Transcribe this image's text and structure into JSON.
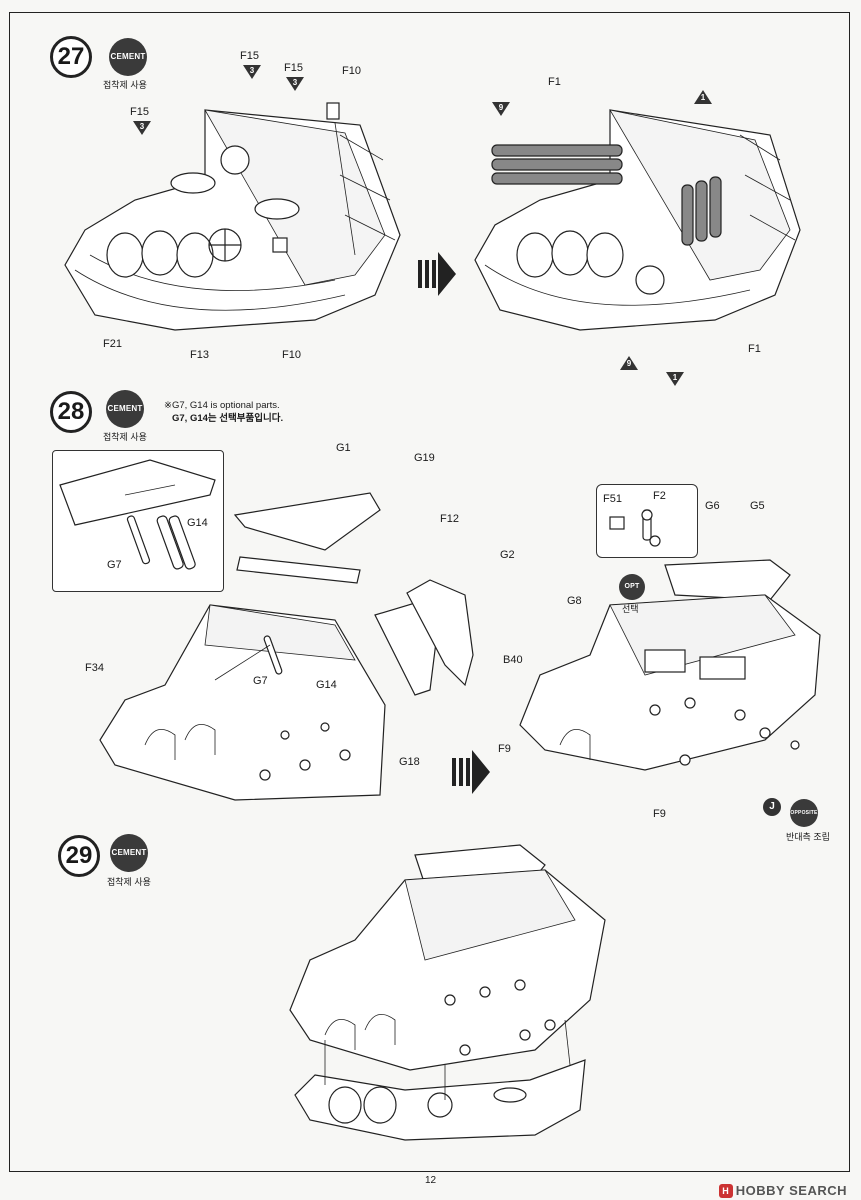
{
  "page_number": "12",
  "watermark": "HOBBY SEARCH",
  "steps": [
    {
      "number": "27",
      "badge": "CEMENT",
      "caption": "접착제 사용",
      "labels": [
        "F15",
        "F15",
        "F15",
        "F10",
        "F21",
        "F13",
        "F10",
        "F1",
        "F1"
      ],
      "refs": [
        "3",
        "3",
        "3",
        "9",
        "1",
        "9",
        "1"
      ]
    },
    {
      "number": "28",
      "badge": "CEMENT",
      "caption": "접착제 사용",
      "note_en": "※G7, G14 is  optional parts.",
      "note_kr": "G7, G14는 선택부품입니다.",
      "labels": [
        "G14",
        "G7",
        "G1",
        "G19",
        "F12",
        "G2",
        "F34",
        "G7",
        "G14",
        "G18",
        "F51",
        "F2",
        "G6",
        "G5",
        "G8",
        "B40",
        "F9",
        "F9"
      ],
      "opt_badge": "OPT",
      "opt_caption": "선택",
      "opp_badge": "OPPOSITE",
      "opp_caption": "반대측 조립",
      "ref_letter": "J"
    },
    {
      "number": "29",
      "badge": "CEMENT",
      "caption": "접착제 사용"
    }
  ]
}
